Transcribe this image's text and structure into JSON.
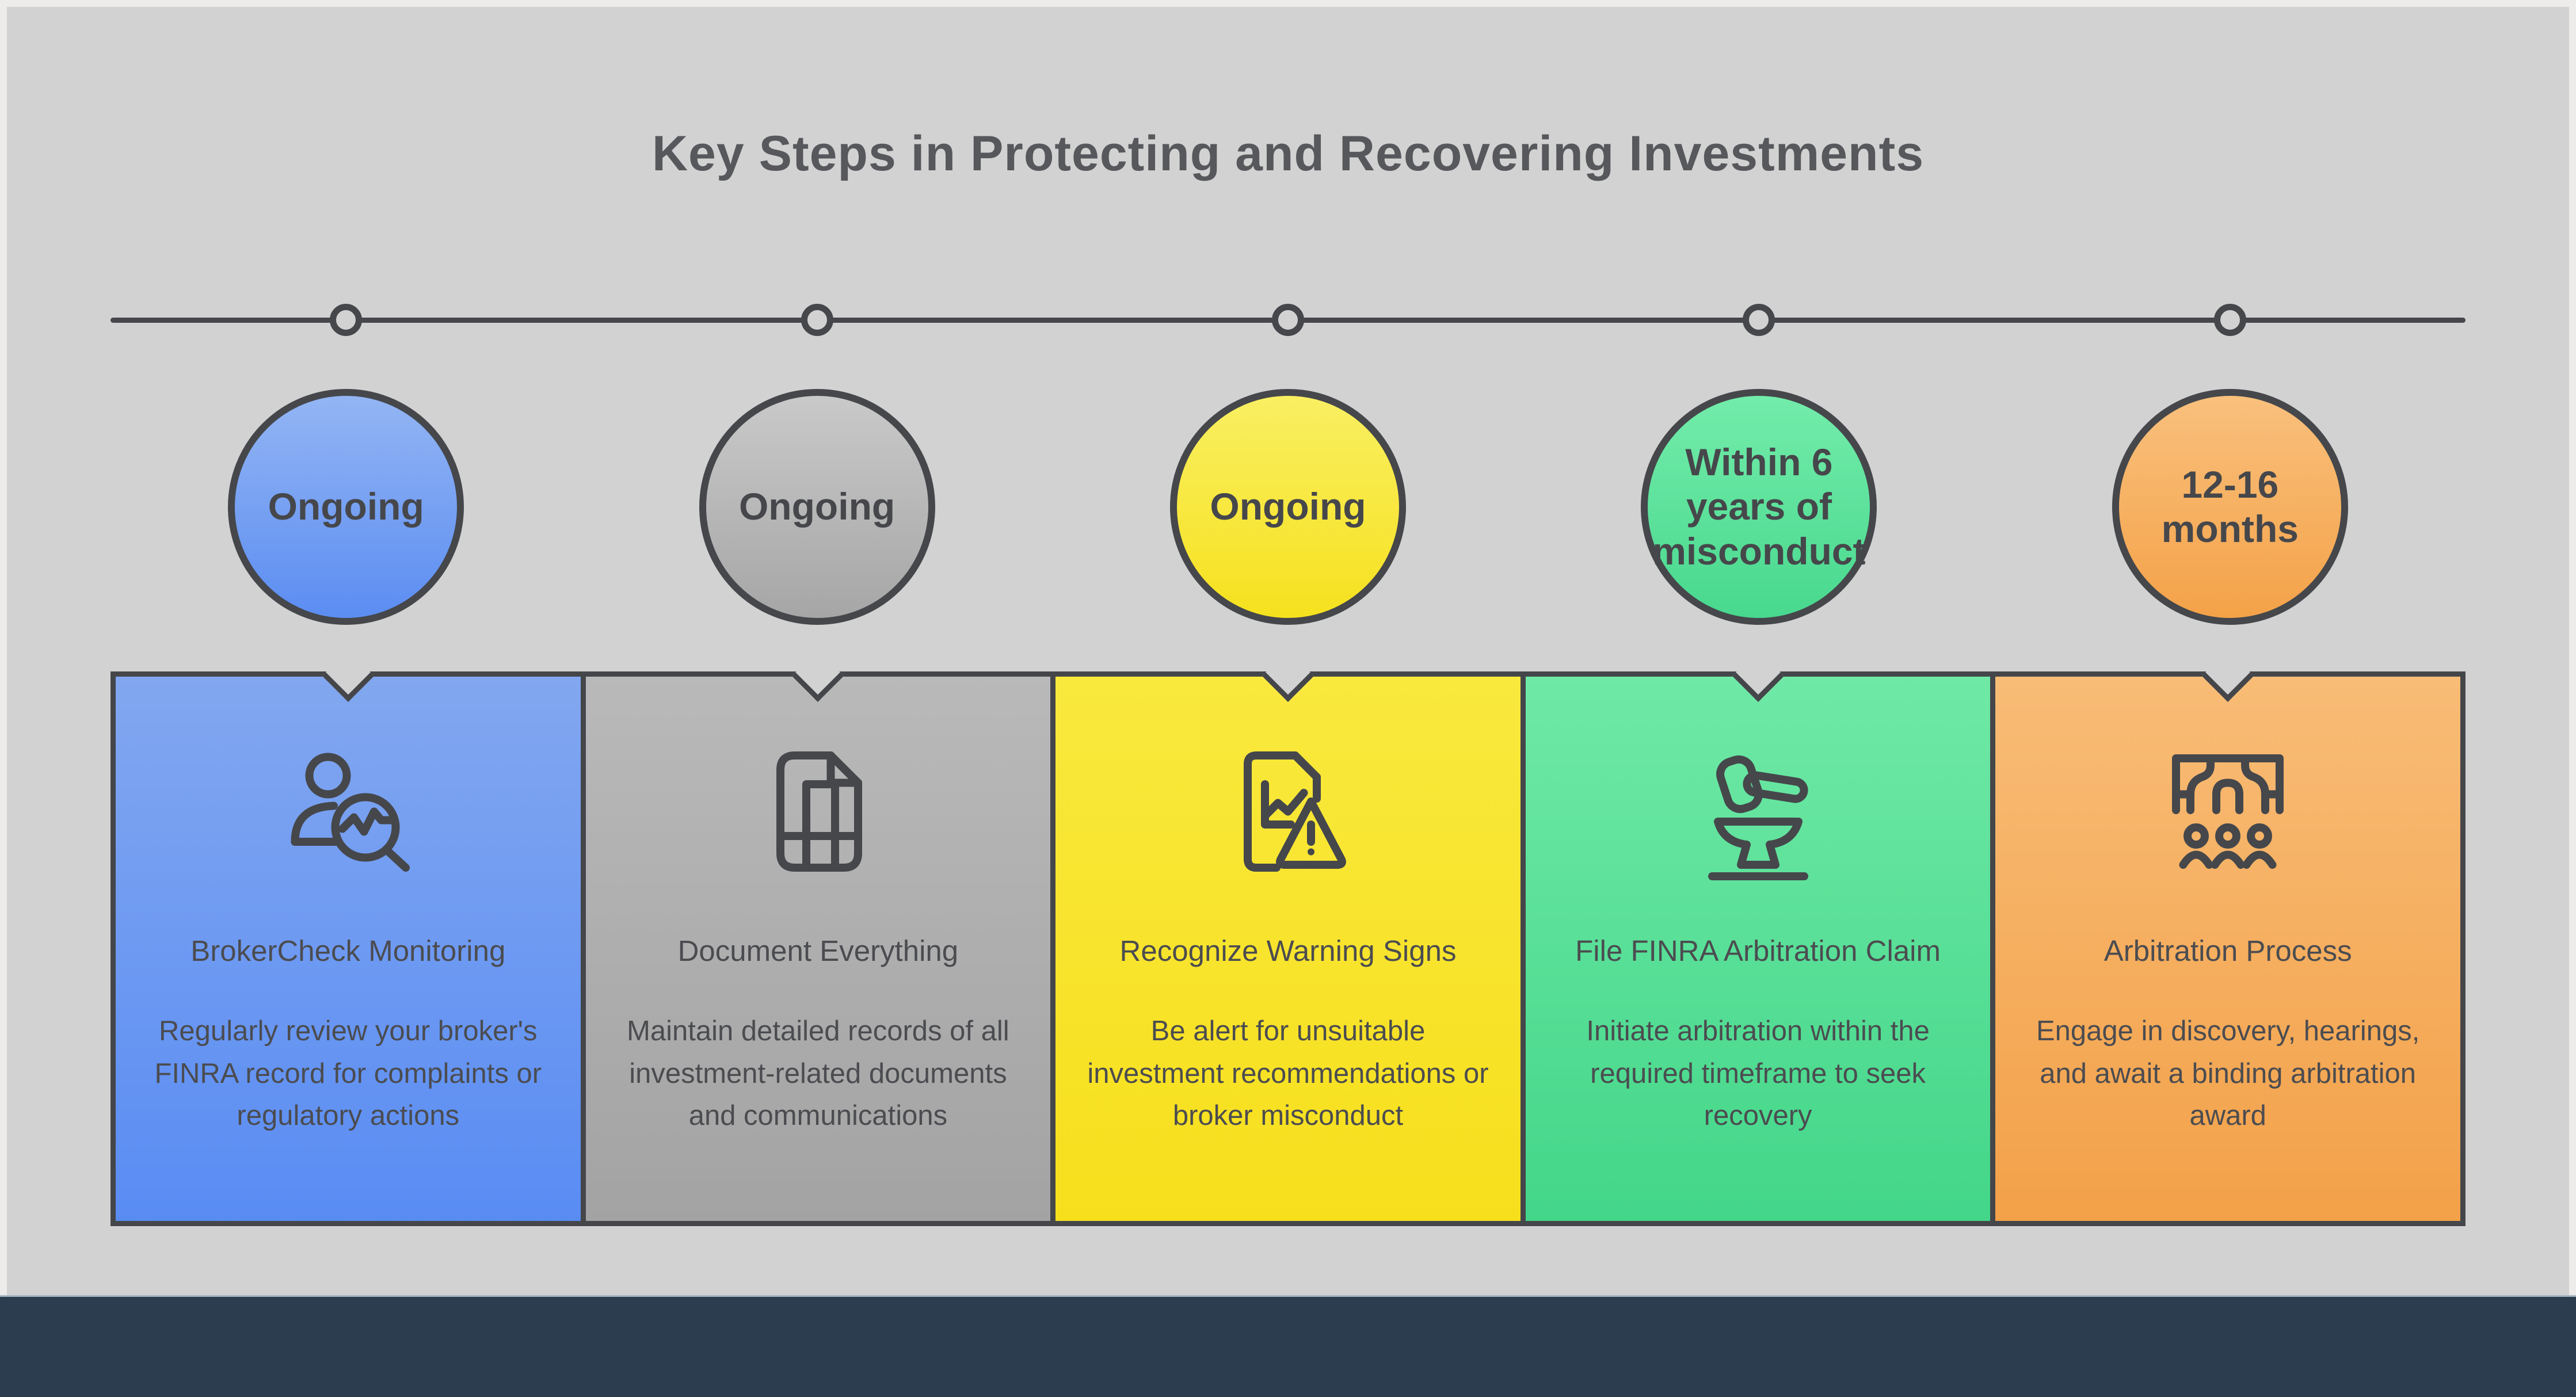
{
  "title": "Key Steps in Protecting and Recovering Investments",
  "colors": {
    "page_frame": "#edecea",
    "panel_background": "#d2d2d2",
    "footer_bar": "#2c3d4f",
    "outline": "#45474b",
    "title_text": "#57585c",
    "body_text": "#4b4c50"
  },
  "steps": [
    {
      "timeline_label": "Ongoing",
      "heading": "BrokerCheck Monitoring",
      "description": "Regularly review your broker's FINRA record for complaints or regulatory actions",
      "icon": "person-search-icon",
      "colors": {
        "top": "#93b5f3",
        "bottom": "#5b8df2",
        "card_top": "#82a7f0",
        "card_bottom": "#598cf3"
      }
    },
    {
      "timeline_label": "Ongoing",
      "heading": "Document Everything",
      "description": "Maintain detailed records of all investment-related documents and communications",
      "icon": "document-grid-icon",
      "colors": {
        "top": "#c9c9c9",
        "bottom": "#a6a6a6",
        "card_top": "#b9b9b9",
        "card_bottom": "#a3a3a3"
      }
    },
    {
      "timeline_label": "Ongoing",
      "heading": "Recognize Warning Signs",
      "description": "Be alert for unsuitable investment recommendations or broker misconduct",
      "icon": "chart-warning-icon",
      "colors": {
        "top": "#f9ef62",
        "bottom": "#f6e11e",
        "card_top": "#f9e93d",
        "card_bottom": "#f7df1c"
      }
    },
    {
      "timeline_label": "Within 6 years of misconduct",
      "heading": "File FINRA Arbitration Claim",
      "description": "Initiate arbitration within the required timeframe to seek recovery",
      "icon": "gavel-anvil-icon",
      "colors": {
        "top": "#73ecaa",
        "bottom": "#48d88e",
        "card_top": "#6fe9a6",
        "card_bottom": "#43d689"
      }
    },
    {
      "timeline_label": "12-16 months",
      "heading": "Arbitration Process",
      "description": "Engage in discovery, hearings, and await a binding arbitration award",
      "icon": "hearing-panel-icon",
      "colors": {
        "top": "#f9c07d",
        "bottom": "#f4a248",
        "card_top": "#f8bc76",
        "card_bottom": "#f3a149"
      }
    }
  ]
}
